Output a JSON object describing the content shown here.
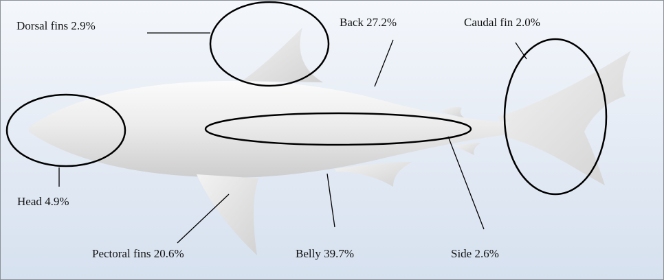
{
  "labels": {
    "dorsal": "Dorsal fins 2.9%",
    "back": "Back 27.2%",
    "caudal": "Caudal fin 2.0%",
    "head": "Head 4.9%",
    "pectoral": "Pectoral fins 20.6%",
    "belly": "Belly 39.7%",
    "side": "Side 2.6%"
  },
  "colors": {
    "shark_body": "#e9e9e9",
    "shark_shade": "#cfcfcf",
    "outline": "#000000",
    "background_top": "#f4f7fb",
    "background_bottom": "#d6e1ef"
  }
}
